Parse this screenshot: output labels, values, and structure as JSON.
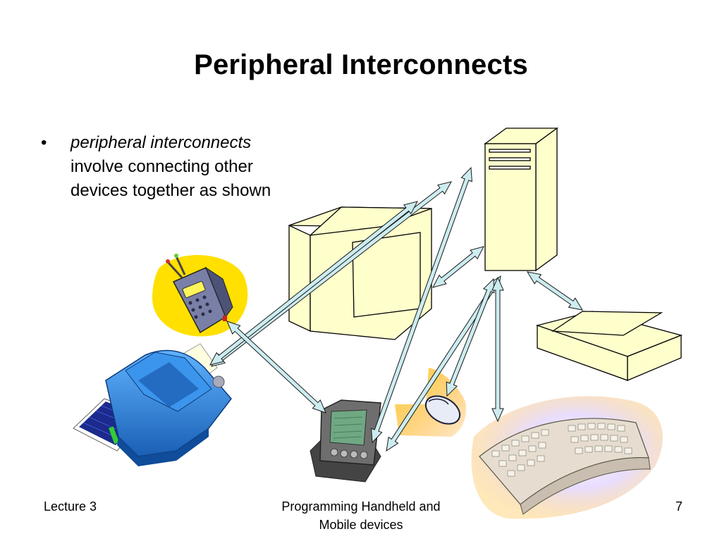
{
  "title": "Peripheral Interconnects",
  "bullet": {
    "marker": "•",
    "italic_text": "peripheral interconnects",
    "line2": "involve connecting other",
    "line3": "devices together as shown"
  },
  "footer": {
    "left": "Lecture 3",
    "center_line1": "Programming Handheld and",
    "center_line2": "Mobile devices",
    "page_number": "7"
  },
  "colors": {
    "device_fill": "#FFFFCC",
    "arrow_fill": "#CCECF0",
    "printer_blue": "#2B7FD6",
    "phone_blob": "#FFE000"
  },
  "icons": [
    "tower-computer-icon",
    "monitor-icon",
    "scanner-icon",
    "cell-phone-icon",
    "printer-icon",
    "pda-icon",
    "mouse-icon",
    "keyboard-icon"
  ]
}
